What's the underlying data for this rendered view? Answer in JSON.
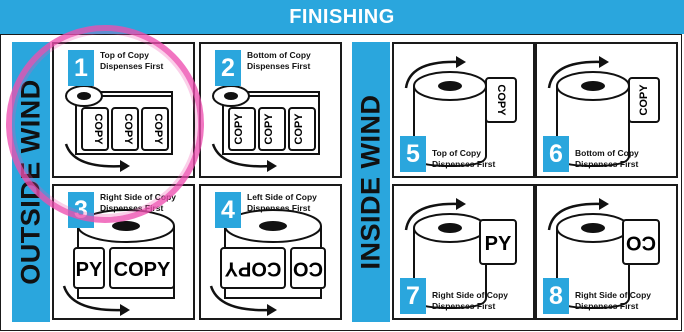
{
  "header": {
    "title": "FINISHING"
  },
  "outside": {
    "label": "OUTSIDE WIND",
    "panels": [
      {
        "number": "1",
        "line1": "Top of Copy",
        "line2": "Dispenses First",
        "text": "COPY"
      },
      {
        "number": "2",
        "line1": "Bottom of Copy",
        "line2": "Dispenses First",
        "text": "COPY"
      },
      {
        "number": "3",
        "line1": "Right Side of Copy",
        "line2": "Dispenses First",
        "text_a": "PY",
        "text_b": "COPY"
      },
      {
        "number": "4",
        "line1": "Left Side of Copy",
        "line2": "Dispenses First",
        "text_a": "COPY",
        "text_b": "CO"
      }
    ]
  },
  "inside": {
    "label": "INSIDE WIND",
    "panels": [
      {
        "number": "5",
        "line1": "Top of Copy",
        "line2": "Dispenses First",
        "text": "COPY"
      },
      {
        "number": "6",
        "line1": "Bottom of Copy",
        "line2": "Dispenses First",
        "text": "COPY"
      },
      {
        "number": "7",
        "line1": "Right Side of Copy",
        "line2": "Dispenses First",
        "text": "PY"
      },
      {
        "number": "8",
        "line1": "Right Side of Copy",
        "line2": "Dispenses First",
        "text": "CO"
      }
    ]
  },
  "colors": {
    "accent": "#2aa6dd",
    "highlight": "#ee4fb0",
    "ink": "#1a1a1a"
  }
}
